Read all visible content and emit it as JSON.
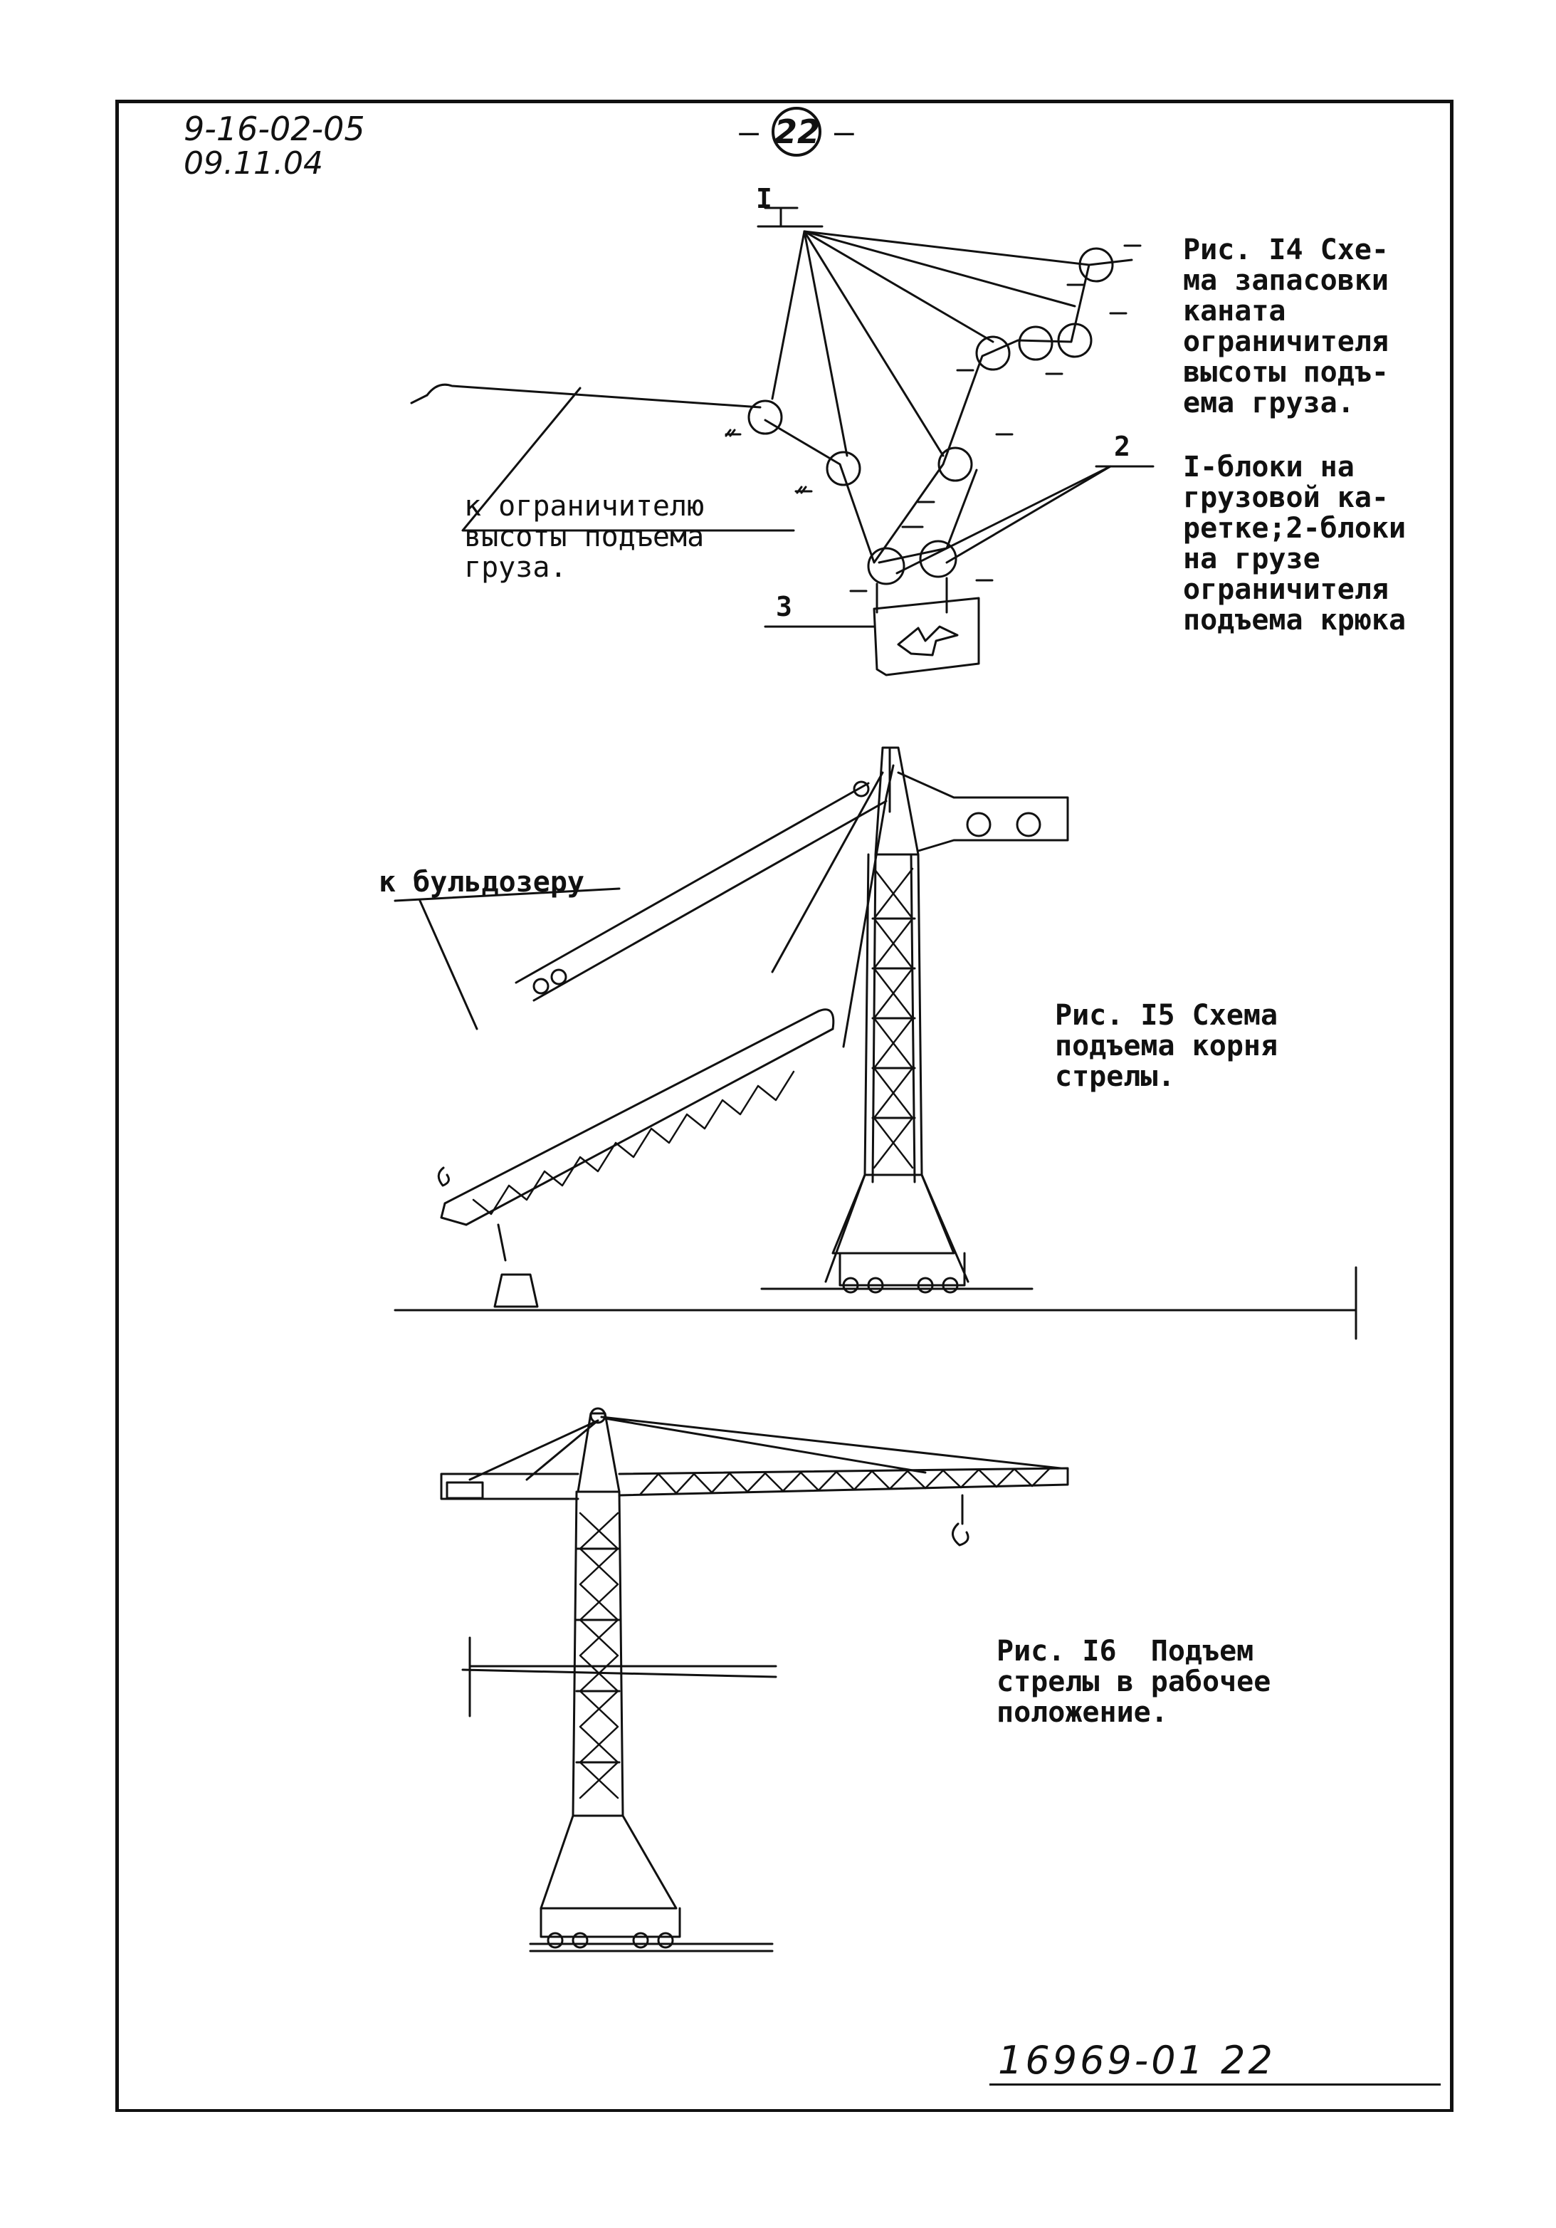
{
  "header": {
    "doc_code": "9-16-02-05",
    "doc_date": "09.11.04",
    "page_number": "22"
  },
  "fig14": {
    "caption": "Рис. I4 Схе-\nма запасовки\nканата\nограничителя\nвысоты подъ-\nема груза.",
    "legend": "I-блоки на\nгрузовой ка-\nретке;2-блоки\nна грузе\nограничителя\nподъема крюка",
    "label_to_limiter": "к ограничителю\nвысоты подъема\nгруза.",
    "marker_1": "I",
    "marker_2": "2",
    "marker_3": "3"
  },
  "fig15": {
    "caption": "Рис. I5 Схема\nподъема корня\nстрелы.",
    "label_bulldozer": "к бульдозеру"
  },
  "fig16": {
    "caption": "Рис. I6  Подъем\nстрелы в рабочее\nположение."
  },
  "footer": {
    "archive_code": "16969-01  22"
  }
}
